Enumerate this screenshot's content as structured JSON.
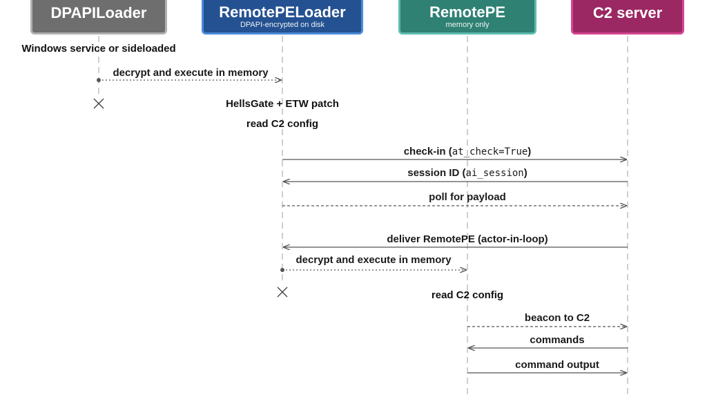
{
  "actors": {
    "dpapiloader": {
      "name": "DPAPILoader"
    },
    "remotepeloader": {
      "name": "RemotePELoader",
      "sub": "DPAPI-encrypted on disk"
    },
    "remotepe": {
      "name": "RemotePE",
      "sub": "memory only"
    },
    "c2server": {
      "name": "C2 server"
    }
  },
  "notes": {
    "windows_service": "Windows service or sideloaded",
    "hellsgate": "HellsGate + ETW patch",
    "read_config_1": "read C2 config",
    "read_config_2": "read C2 config"
  },
  "messages": {
    "decrypt_exec_1": "decrypt and execute in memory",
    "checkin_prefix": "check-in (",
    "checkin_code": "at_check=True",
    "checkin_suffix": ")",
    "session_prefix": "session ID (",
    "session_code": "ai_session",
    "session_suffix": ")",
    "poll": "poll for payload",
    "deliver": "deliver RemotePE (actor-in-loop)",
    "decrypt_exec_2": "decrypt and execute in memory",
    "beacon": "beacon to C2",
    "commands": "commands",
    "command_output": "command output"
  },
  "colors": {
    "lifeline": "#b5b5b5",
    "arrow": "#555555"
  }
}
